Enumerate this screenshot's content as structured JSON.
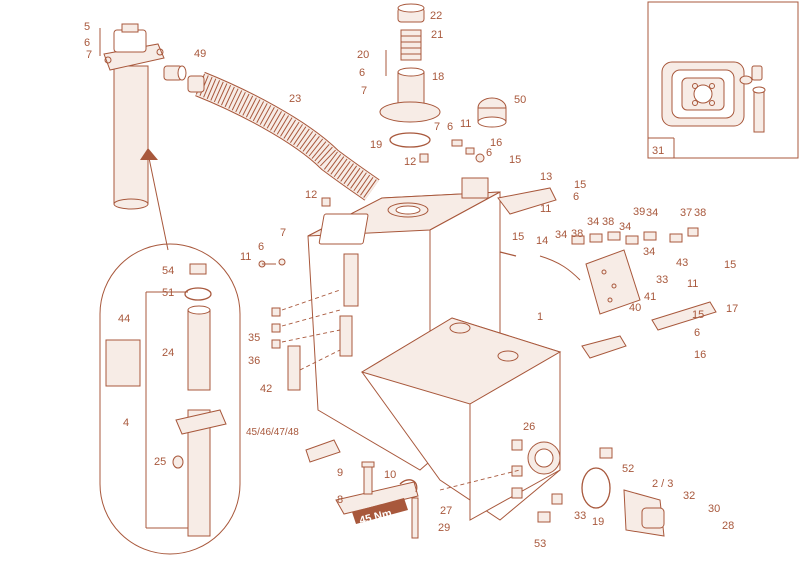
{
  "colors": {
    "line": "#a8583c",
    "fill": "#f7ece6",
    "background": "#ffffff"
  },
  "callouts": {
    "c1": "1",
    "c2_3": "2 / 3",
    "c4": "4",
    "c5": "5",
    "c6a": "6",
    "c6b": "6",
    "c6c": "6",
    "c6d": "6",
    "c6e": "6",
    "c6f": "6",
    "c6g": "6",
    "c7a": "7",
    "c7b": "7",
    "c7c": "7",
    "c7d": "7",
    "c8": "8",
    "c9": "9",
    "c10": "10",
    "c11a": "11",
    "c11b": "11",
    "c11c": "11",
    "c11d": "11",
    "c12a": "12",
    "c12b": "12",
    "c13": "13",
    "c14": "14",
    "c15a": "15",
    "c15b": "15",
    "c15c": "15",
    "c15d": "15",
    "c15e": "15",
    "c16a": "16",
    "c16b": "16",
    "c17": "17",
    "c18": "18",
    "c19a": "19",
    "c19b": "19",
    "c20": "20",
    "c21": "21",
    "c22": "22",
    "c23": "23",
    "c24": "24",
    "c25": "25",
    "c26": "26",
    "c27": "27",
    "c28": "28",
    "c29": "29",
    "c30": "30",
    "c31": "31",
    "c32": "32",
    "c33a": "33",
    "c33b": "33",
    "c34a": "34",
    "c34b": "34",
    "c34c": "34",
    "c34d": "34",
    "c34e": "34",
    "c35": "35",
    "c36": "36",
    "c37": "37",
    "c38a": "38",
    "c38b": "38",
    "c38c": "38",
    "c39": "39",
    "c40": "40",
    "c41": "41",
    "c42": "42",
    "c43": "43",
    "c44": "44",
    "c45_48": "45/46/47/48",
    "c49": "49",
    "c50": "50",
    "c51": "51",
    "c52": "52",
    "c53": "53",
    "c54": "54"
  },
  "torque_label": "45 Nm"
}
